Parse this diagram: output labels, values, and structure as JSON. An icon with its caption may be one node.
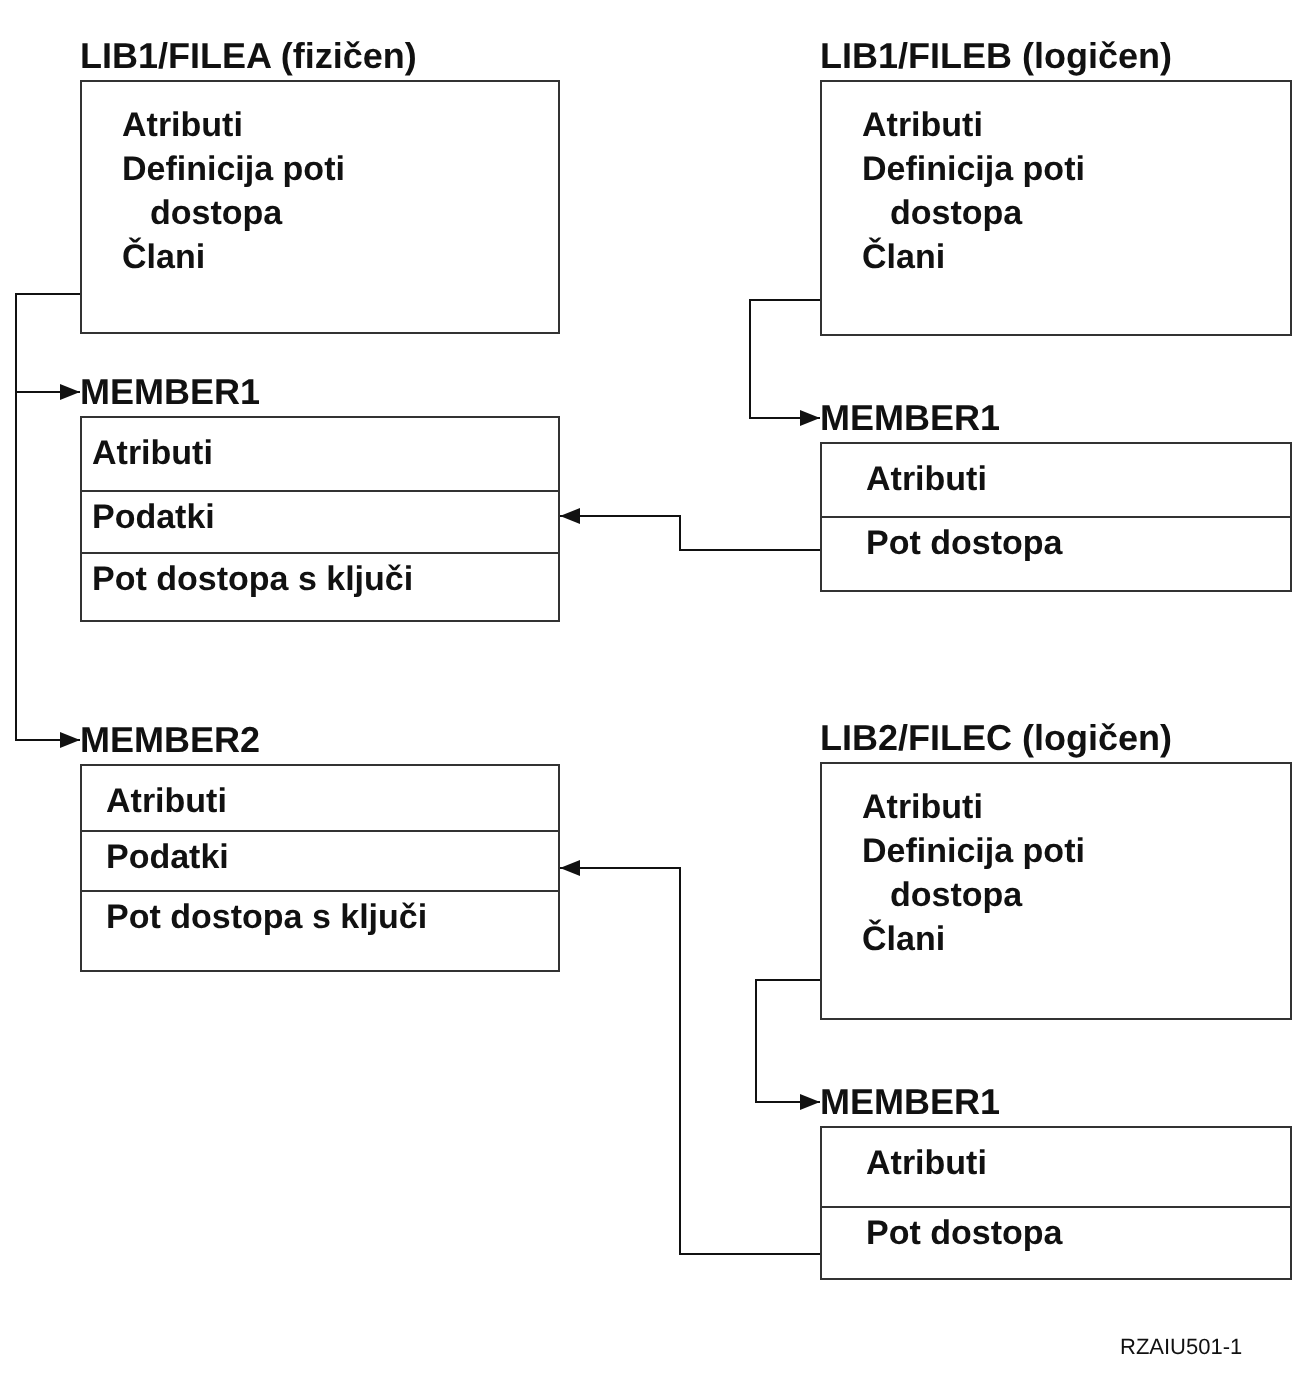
{
  "diagram": {
    "nodes": [
      {
        "text": [
          "LIB1/FILEA (fizičen)",
          "Atributi",
          "Definicija poti dostopa",
          "Člani"
        ]
      },
      {
        "text": [
          "LIB1/FILEB (logičen)",
          "Atributi",
          "Definicija poti dostopa",
          "Člani"
        ]
      },
      {
        "text": [
          "MEMBER1",
          "Atributi",
          "Podatki",
          "Pot dostopa s ključi"
        ]
      },
      {
        "text": [
          "MEMBER1",
          "Atributi",
          "Pot dostopa"
        ]
      },
      {
        "text": [
          "MEMBER2",
          "Atributi",
          "Podatki",
          "Pot dostopa s ključi"
        ]
      },
      {
        "text": [
          "LIB2/FILEC (logičen)",
          "Atributi",
          "Definicija poti dostopa",
          "Člani"
        ]
      },
      {
        "text": [
          "MEMBER1",
          "Atributi",
          "Pot dostopa"
        ]
      }
    ],
    "edges": [
      {
        "from": 0,
        "to": 2,
        "arrow": "to"
      },
      {
        "from": 0,
        "to": 4,
        "arrow": "to"
      },
      {
        "from": 1,
        "to": 3,
        "arrow": "to"
      },
      {
        "from": 3,
        "to": 2,
        "arrow": "to"
      },
      {
        "from": 5,
        "to": 6,
        "arrow": "to"
      },
      {
        "from": 6,
        "to": 4,
        "arrow": "to"
      }
    ],
    "labels": [
      "RZAIU501-1"
    ]
  }
}
